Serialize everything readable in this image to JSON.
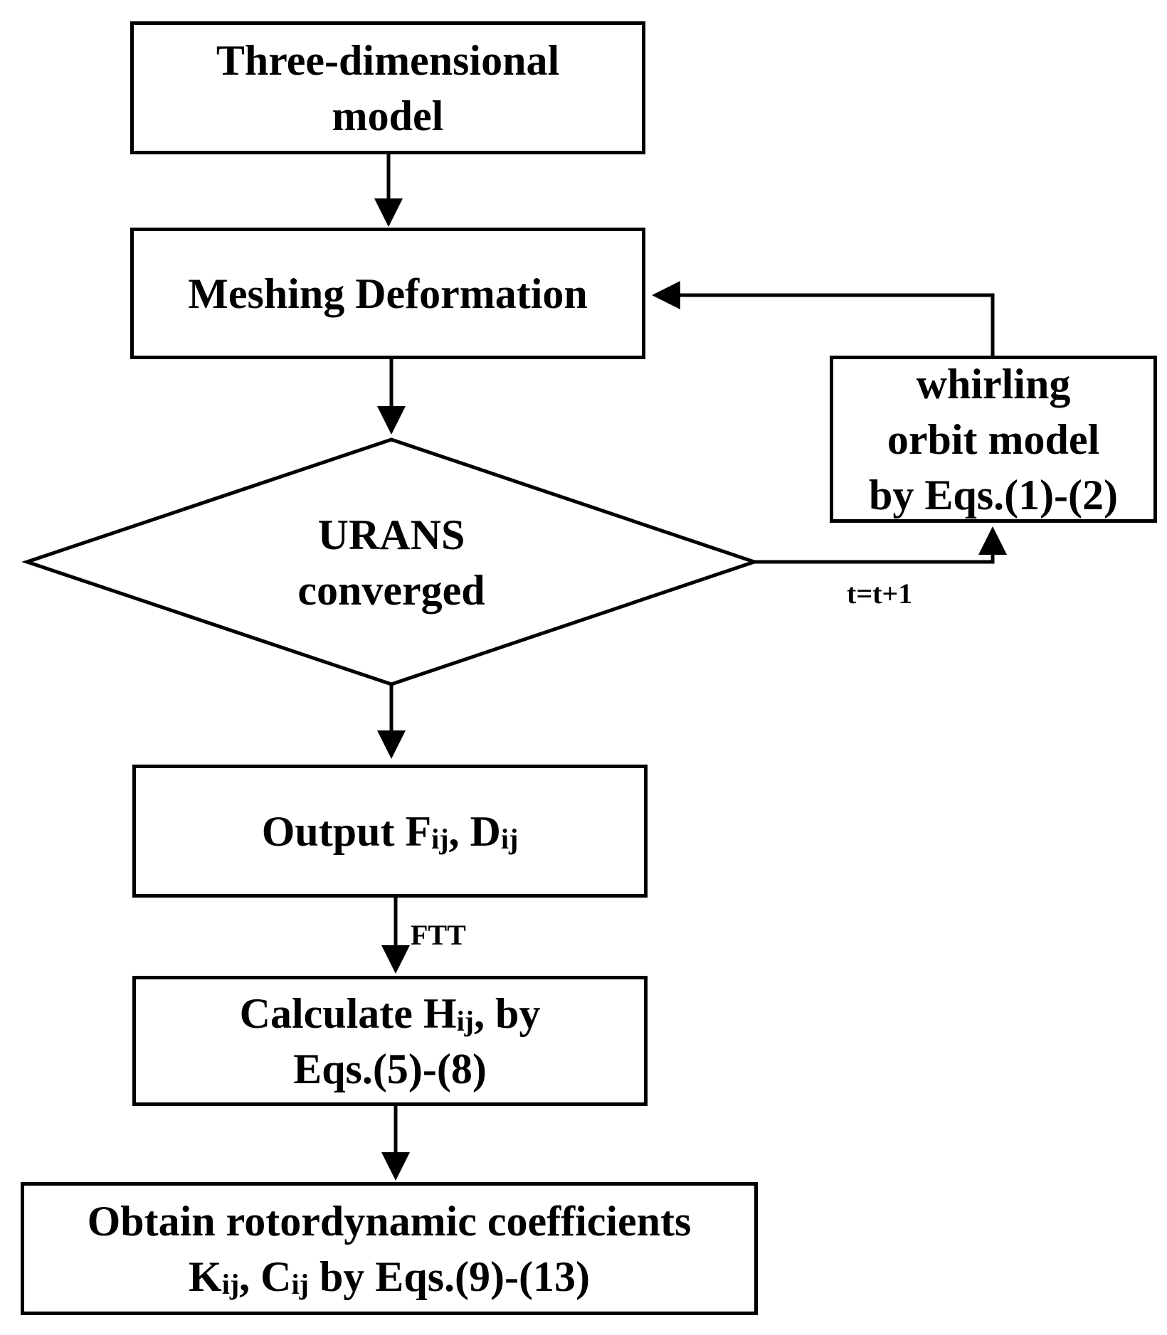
{
  "nodes": {
    "three_d_model": {
      "line1": "Three-dimensional",
      "line2": "model"
    },
    "meshing": {
      "text": "Meshing Deformation"
    },
    "urans": {
      "line1": "URANS",
      "line2": "converged"
    },
    "whirling": {
      "line1": "whirling",
      "line2": "orbit model",
      "line3": "by Eqs.(1)-(2)"
    },
    "output": {
      "prefix": "Output ",
      "f": "F",
      "f_sub": "ij",
      "sep": ", ",
      "d": "D",
      "d_sub": "ij"
    },
    "calculate": {
      "prefix": "Calculate ",
      "h": "H",
      "h_sub": "ij",
      "suffix": ", by",
      "line2": "Eqs.(5)-(8)"
    },
    "obtain": {
      "line1": "Obtain rotordynamic coefficients",
      "k": "K",
      "k_sub": "ij",
      "sep": ", ",
      "c": "C",
      "c_sub": "ij",
      "suffix": " by Eqs.(9)-(13)"
    }
  },
  "edge_labels": {
    "loop": "t=t+1",
    "ftt": "FTT"
  }
}
